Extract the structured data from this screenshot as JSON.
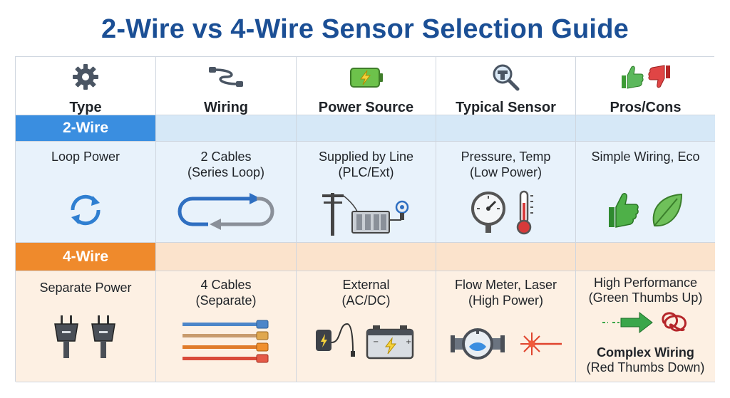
{
  "title": "2-Wire vs 4-Wire Sensor Selection Guide",
  "headers": [
    {
      "label": "Type",
      "icon": "gear-icon"
    },
    {
      "label": "Wiring",
      "icon": "cable-icon"
    },
    {
      "label": "Power Source",
      "icon": "battery-icon"
    },
    {
      "label": "Typical Sensor",
      "icon": "magnifier-sensor-icon"
    },
    {
      "label": "Pros/Cons",
      "icon": "thumbs-up-down-icon"
    }
  ],
  "rows": [
    {
      "tag": "2-Wire",
      "color": "#3a8ee0",
      "cells": [
        {
          "line1": "Loop Power",
          "line2": "",
          "icon": "loop-arrows-icon"
        },
        {
          "line1": "2 Cables",
          "line2": "(Series Loop)",
          "icon": "series-loop-icon"
        },
        {
          "line1": "Supplied by Line",
          "line2": "(PLC/Ext)",
          "icon": "power-line-plc-icon"
        },
        {
          "line1": "Pressure, Temp",
          "line2": "(Low Power)",
          "icon": "gauge-thermometer-icon"
        },
        {
          "line1": "Simple Wiring, Eco",
          "line2": "",
          "icon": "thumbs-up-leaf-icon"
        }
      ]
    },
    {
      "tag": "4-Wire",
      "color": "#ef8a2c",
      "cells": [
        {
          "line1": "Separate Power",
          "line2": "",
          "icon": "power-plugs-icon"
        },
        {
          "line1": "4 Cables",
          "line2": "(Separate)",
          "icon": "four-cables-icon"
        },
        {
          "line1": "External",
          "line2": "(AC/DC)",
          "icon": "adapter-battery-icon"
        },
        {
          "line1": "Flow Meter, Laser",
          "line2": "(High Power)",
          "icon": "flowmeter-laser-icon"
        },
        {
          "line1": "High Performance",
          "line2": "(Green Thumbs Up)",
          "line3": "Complex Wiring",
          "line4": "(Red Thumbs Down)",
          "icon": "arrow-tangle-icon"
        }
      ]
    }
  ]
}
